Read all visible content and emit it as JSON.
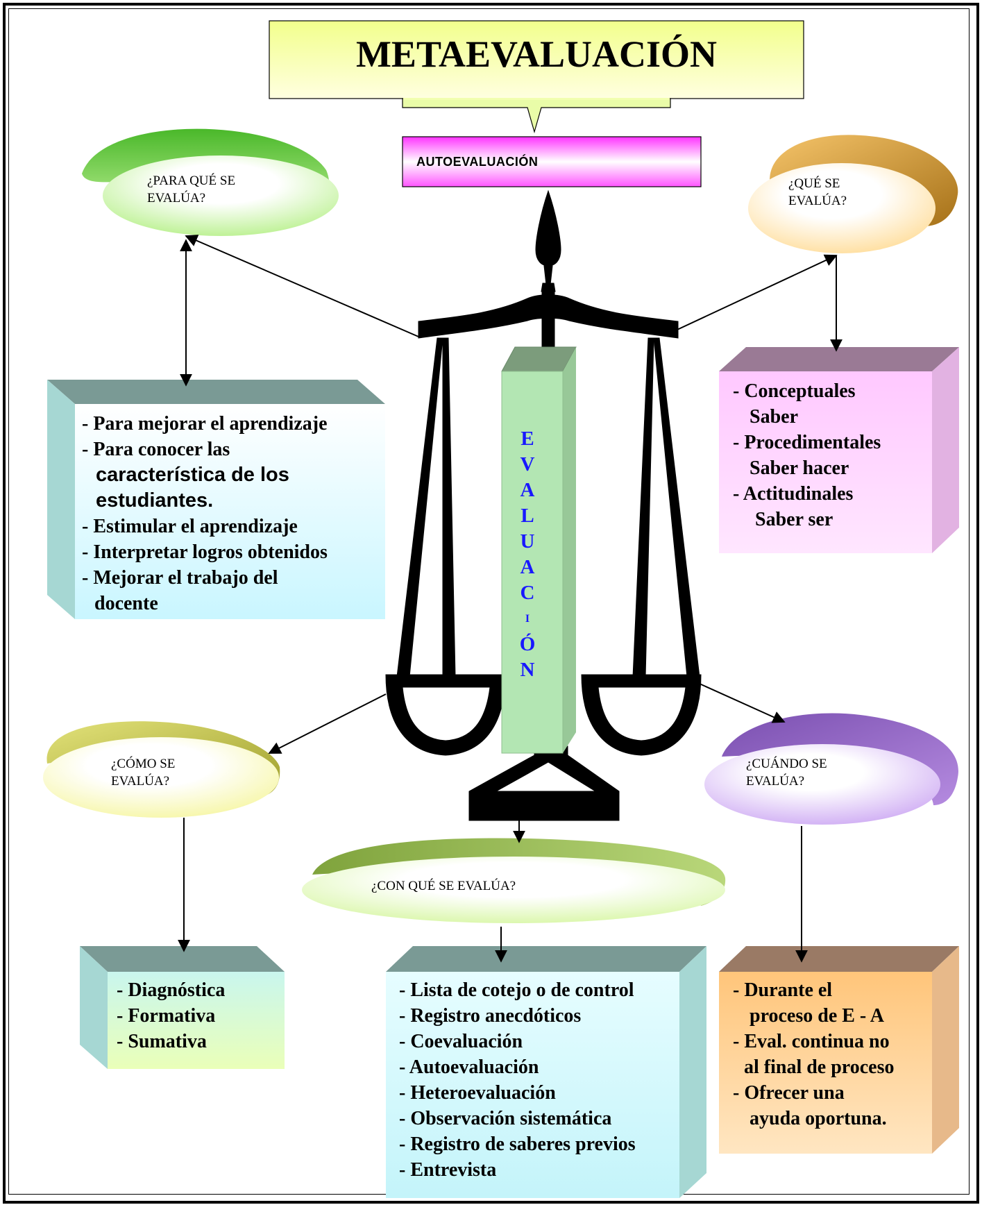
{
  "title": "METAEVALUACIÓN",
  "autoevaluacion": "AUTOEVALUACIÓN",
  "center_letters": [
    "E",
    "V",
    "A",
    "L",
    "U",
    "A",
    "C",
    "I",
    "Ó",
    "N"
  ],
  "questions": {
    "para_que_1": "¿PARA QUÉ SE",
    "para_que_2": "EVALÚA?",
    "que_1": "¿QUÉ SE",
    "que_2": "EVALÚA?",
    "como_1": "¿CÓMO SE",
    "como_2": "EVALÚA?",
    "cuando_1": "¿CUÁNDO SE",
    "cuando_2": "EVALÚA?",
    "con_que": "¿CON QUÉ SE EVALÚA?"
  },
  "boxes": {
    "para_que": [
      "- Para mejorar el aprendizaje",
      "- Para conocer las",
      "característica de los",
      "estudiantes.",
      "- Estimular el aprendizaje",
      "- Interpretar logros obtenidos",
      "- Mejorar el trabajo del",
      "docente"
    ],
    "que": [
      "- Conceptuales",
      "Saber",
      "- Procedimentales",
      "Saber hacer",
      "- Actitudinales",
      "Saber ser"
    ],
    "como": [
      "- Diagnóstica",
      "- Formativa",
      "- Sumativa"
    ],
    "con_que": [
      "- Lista de cotejo o de control",
      "- Registro anecdóticos",
      "- Coevaluación",
      "- Autoevaluación",
      "- Heteroevaluación",
      "- Observación sistemática",
      "- Registro de saberes previos",
      "- Entrevista"
    ],
    "cuando": [
      "- Durante el",
      "proceso de E - A",
      "- Eval. continua no",
      "al final de proceso",
      "- Ofrecer una",
      "ayuda oportuna."
    ]
  },
  "colors": {
    "title_fill": "#f7ffa8",
    "auto_fill": "#ff66ff",
    "para_que_oval": "#66cc33",
    "que_oval": "#c8902a",
    "como_oval": "#cccc55",
    "cuando_oval": "#9966cc",
    "con_que_oval": "#88aa44",
    "cyan_box": "#d6fbff",
    "pink_box": "#ffd6ff",
    "orange_box": "#ffcc88",
    "center_column": "#b3e6b3"
  }
}
